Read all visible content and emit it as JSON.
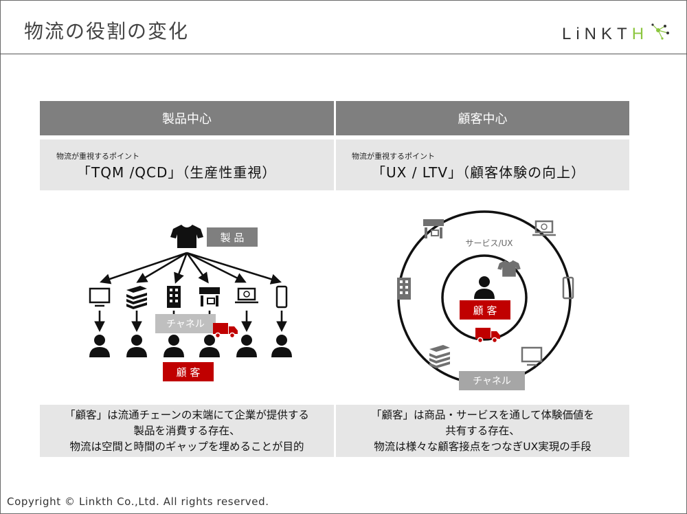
{
  "header": {
    "title": "物流の役割の変化",
    "logo_main": "LiNKT",
    "logo_accent": "H"
  },
  "left_column": {
    "heading": "製品中心",
    "point_label": "物流が重視するポイント",
    "point_value": "「TQM /QCD」（生産性重視）",
    "diagram": {
      "product_label": "製 品",
      "channel_label": "チャネル",
      "customer_label": "顧 客"
    },
    "summary": [
      "「顧客」は流通チェーンの末端にて企業が提供する",
      "製品を消費する存在、",
      "物流は空間と時間のギャップを埋めることが目的"
    ]
  },
  "right_column": {
    "heading": "顧客中心",
    "point_label": "物流が重視するポイント",
    "point_value": "「UX / LTV」（顧客体験の向上）",
    "diagram": {
      "service_label": "サービス/UX",
      "customer_label": "顧 客",
      "channel_label": "チャネル"
    },
    "summary": [
      "「顧客」は商品・サービスを通して体験価値を",
      "共有する存在、",
      "物流は様々な顧客接点をつなぎUX実現の手段"
    ]
  },
  "footer": {
    "copyright": "Copyright © Linkth Co.,Ltd. All rights reserved."
  },
  "colors": {
    "header_gray": "#7f7f7f",
    "box_gray": "#e6e6e6",
    "accent_red": "#c00000",
    "logo_green": "#8cc63f",
    "icon_dark": "#111111",
    "icon_gray": "#707070"
  }
}
